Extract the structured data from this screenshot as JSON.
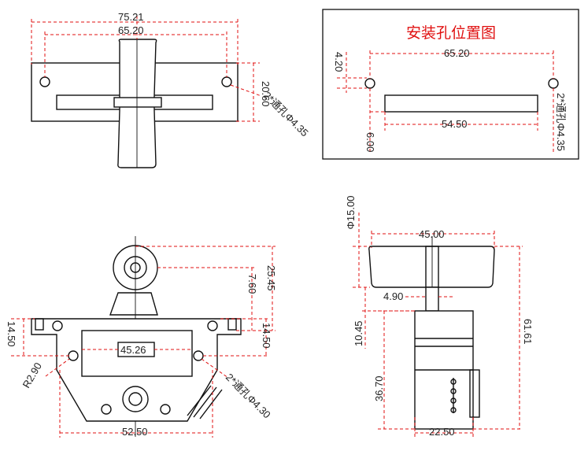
{
  "colors": {
    "dimension_line": "#e01010",
    "outline": "#111111",
    "title": "#e01010"
  },
  "top_left": {
    "overall_width": "75.21",
    "hole_spacing": "65.20",
    "height": "20.60",
    "hole_note": "2*通孔Φ4.35"
  },
  "mounting": {
    "title": "安装孔位置图",
    "hole_spacing": "65.20",
    "offset_top": "4.20",
    "slot_width": "54.50",
    "slot_offset": "6.00",
    "hole_note": "2*通孔Φ4.35"
  },
  "front": {
    "total_height": "25.45",
    "upper_height": "7.60",
    "left_height": "14.50",
    "right_height": "14.50",
    "center_width": "45.26",
    "radius": "R2.90",
    "hole_note": "2*通孔Φ4.30",
    "bottom_width": "52.50"
  },
  "side": {
    "handle_dia": "Φ15.00",
    "handle_width": "45.00",
    "stem": "4.90",
    "left_offset": "10.45",
    "body_height": "36.70",
    "total_height": "61.61",
    "bottom_width": "22.50"
  }
}
